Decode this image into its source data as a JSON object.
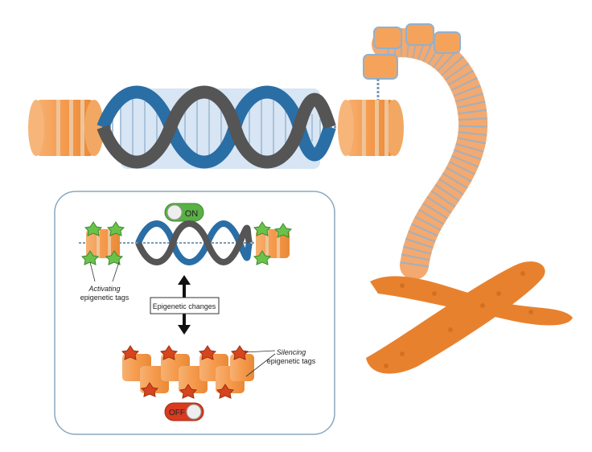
{
  "toggle_on": {
    "label": "ON",
    "color": "#5ab045"
  },
  "toggle_off": {
    "label": "OFF",
    "color": "#d93a20"
  },
  "center_label": "Epigenetic changes",
  "activating_label": {
    "line1": "Activating",
    "line2": "epigenetic tags"
  },
  "silencing_label": {
    "line1": "Silencing",
    "line2": "epigenetic tags"
  },
  "colors": {
    "histone": "#f5a35b",
    "histone_band": "#eec49a",
    "dna_blue": "#2a6ea6",
    "dna_gray": "#555555",
    "chromosome": "#e8812e",
    "activating_tag": "#6bc24a",
    "silencing_tag": "#d6451e",
    "panel_border": "#8aa7bf",
    "highlight": "#d7e5f4"
  }
}
